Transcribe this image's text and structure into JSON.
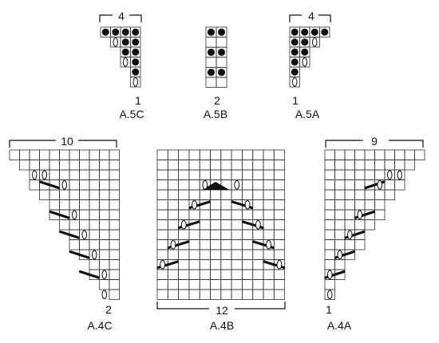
{
  "charts": {
    "a5c": {
      "name": "A.5C",
      "width_label": "4",
      "rows_label": "1"
    },
    "a5b": {
      "name": "A.5B",
      "rows_label": "2"
    },
    "a5a": {
      "name": "A.5A",
      "width_label": "4",
      "rows_label": "1"
    },
    "a4c": {
      "name": "A.4C",
      "width_label": "10",
      "rows_label": "2"
    },
    "a4b": {
      "name": "A.4B",
      "width_label": "12"
    },
    "a4a": {
      "name": "A.4A",
      "width_label": "9",
      "rows_label": "1"
    }
  },
  "colors": {
    "grid": "#333333",
    "symbol": "#111111",
    "background": "#ffffff"
  }
}
